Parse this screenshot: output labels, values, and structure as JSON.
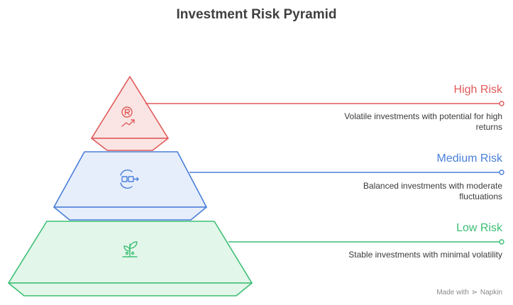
{
  "title": "Investment Risk Pyramid",
  "levels": [
    {
      "name": "High Risk",
      "description": "Volatile investments with potential for high returns",
      "color": "#e15a5a",
      "fill": "#fbe5e4",
      "icon": "rupee-trend-up-icon"
    },
    {
      "name": "Medium Risk",
      "description": "Balanced investments with moderate fluctuations",
      "color": "#4a7fd9",
      "fill": "#e6eefb",
      "icon": "exchange-icon"
    },
    {
      "name": "Low Risk",
      "description": "Stable investments with minimal volatility",
      "color": "#3cbf74",
      "fill": "#e3f6ea",
      "icon": "growing-plant-icon"
    }
  ],
  "footer": {
    "prefix": "Made with",
    "brand": "Napkin",
    "icon": "napkin-logo-icon"
  }
}
